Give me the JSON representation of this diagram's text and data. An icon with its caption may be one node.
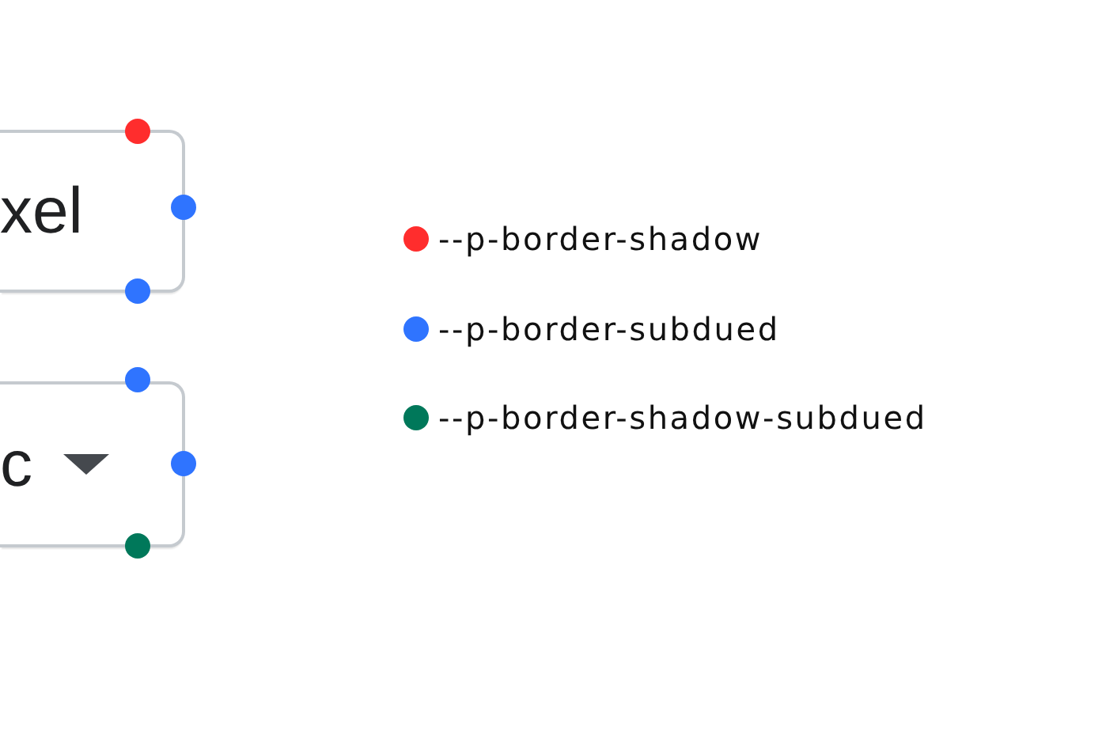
{
  "diagram": {
    "nodes": [
      {
        "text": [
          "xel"
        ]
      },
      {
        "text": [
          "c"
        ]
      }
    ],
    "legend": [
      {
        "text": "--p-border-shadow",
        "color": "#ff2d2d"
      },
      {
        "text": "--p-border-subdued",
        "color": "#2f74ff"
      },
      {
        "text": "--p-border-shadow-subdued",
        "color": "#00785a"
      }
    ]
  }
}
